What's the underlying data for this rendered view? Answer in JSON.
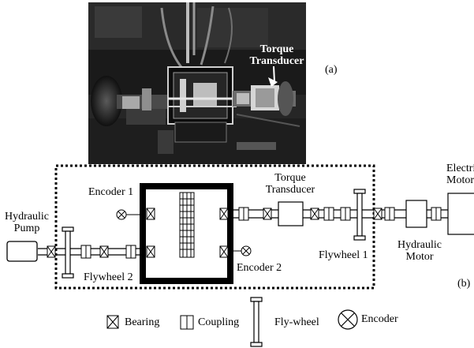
{
  "photo": {
    "panel_label": "(a)",
    "torque_line1": "Torque",
    "torque_line2": "Transducer"
  },
  "schematic": {
    "panel_label": "(b)",
    "hydraulic_pump_line1": "Hydraulic",
    "hydraulic_pump_line2": "Pump",
    "encoder1": "Encoder 1",
    "encoder2": "Encoder 2",
    "flywheel1": "Flywheel 1",
    "flywheel2": "Flywheel 2",
    "torque_line1": "Torque",
    "torque_line2": "Transducer",
    "hydraulic_motor_line1": "Hydraulic",
    "hydraulic_motor_line2": "Motor",
    "electric_motor_line1": "Electric",
    "electric_motor_line2": "Motor"
  },
  "legend": {
    "bearing": "Bearing",
    "coupling": "Coupling",
    "flywheel": "Fly-wheel",
    "encoder": "Encoder"
  }
}
